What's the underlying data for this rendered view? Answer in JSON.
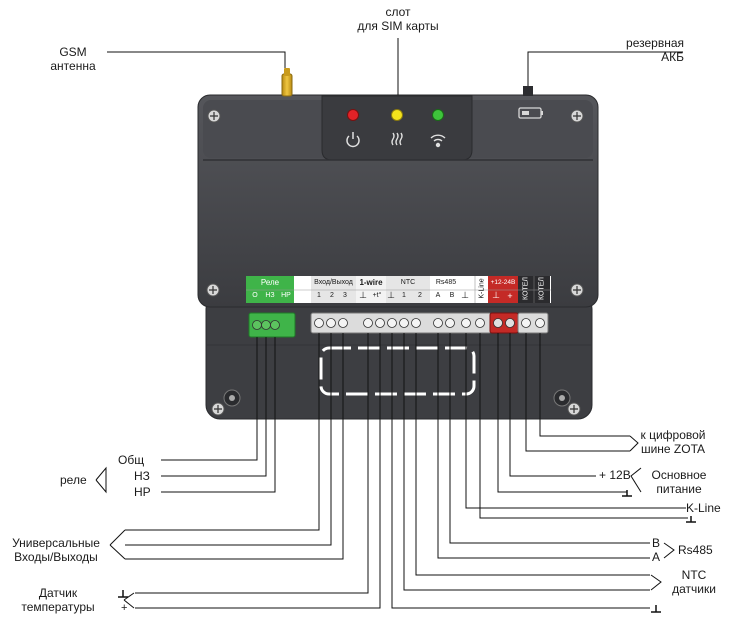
{
  "labels": {
    "gsm_line1": "GSM",
    "gsm_line2": "антенна",
    "sim_line1": "слот",
    "sim_line2": "для SIM карты",
    "akb_line1": "резервная",
    "akb_line2": "АКБ",
    "zota_line1": "к цифровой",
    "zota_line2": "шине ZOTA",
    "v12": "+ 12В",
    "power_line1": "Основное",
    "power_line2": "питание",
    "kline": "K-Line",
    "b": "B",
    "a": "A",
    "rs485": "Rs485",
    "ntc_line1": "NTC",
    "ntc_line2": "датчики",
    "rele": "реле",
    "obsh": "Общ",
    "nz": "НЗ",
    "nr": "НР",
    "io_line1": "Универсальные",
    "io_line2": "Входы/Выходы",
    "temp_line1": "Датчик",
    "temp_line2": "температуры",
    "plus": "+"
  },
  "terminals": {
    "rele": "Реле",
    "rele_o": "О",
    "rele_nz": "НЗ",
    "rele_nr": "НР",
    "io": "Вход/Выход",
    "io_1": "1",
    "io_2": "2",
    "io_3": "3",
    "onewire": "1-wire",
    "onewire_plus": "+t°",
    "ntc": "NTC",
    "ntc_1": "1",
    "ntc_2": "2",
    "rs485": "Rs485",
    "rs485_a": "A",
    "rs485_b": "B",
    "kline": "K-Line",
    "power": "+12-24В",
    "power_plus": "+",
    "kotel1": "КОТЕЛ",
    "kotel2": "КОТЕЛ"
  },
  "colors": {
    "body": "#45464a",
    "body_dark": "#34353a",
    "green": "#3fb449",
    "red": "#c42a26",
    "led_red": "#e32227",
    "led_yellow": "#f3e21c",
    "led_green": "#3ec43b",
    "antenna": "#d9a520"
  }
}
